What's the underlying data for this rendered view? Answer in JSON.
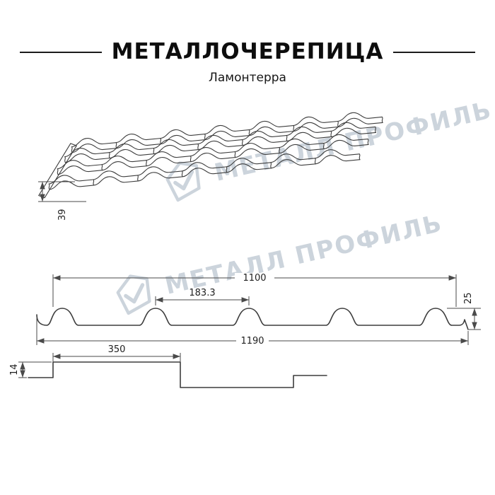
{
  "header": {
    "title": "МЕТАЛЛОЧЕРЕПИЦА",
    "subtitle": "Ламонтерра"
  },
  "watermark": {
    "text": "МЕТАЛЛ ПРОФИЛЬ"
  },
  "dimensions": {
    "tile_step_height": "39",
    "cover_width": "1100",
    "wave_pitch": "183.3",
    "profile_height": "25",
    "overall_width": "1190",
    "module_length": "350",
    "step_height": "14"
  },
  "colors": {
    "line": "#3d3d3d",
    "dimension": "#4a4a4a",
    "watermark": "#ccd4dc"
  }
}
